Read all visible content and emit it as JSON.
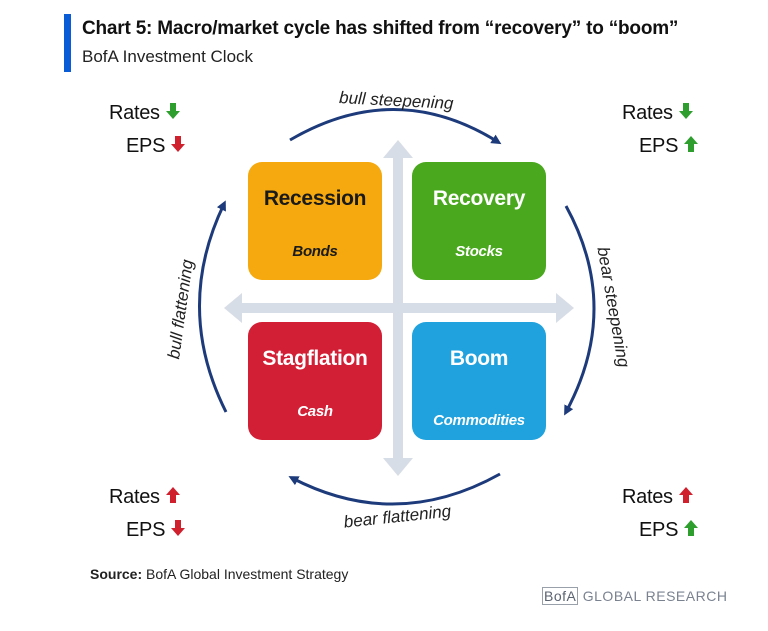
{
  "title": "Chart 5: Macro/market cycle has shifted from “recovery” to “boom”",
  "subtitle": "BofA Investment Clock",
  "quadrants": [
    {
      "name": "Recession",
      "asset": "Bonds",
      "color": "#f5a90f"
    },
    {
      "name": "Recovery",
      "asset": "Stocks",
      "color": "#4aa81e"
    },
    {
      "name": "Stagflation",
      "asset": "Cash",
      "color": "#d21f35"
    },
    {
      "name": "Boom",
      "asset": "Commodities",
      "color": "#1fa2de"
    }
  ],
  "cycle_labels": {
    "top": "bull steepening",
    "right": "bear steepening",
    "bottom": "bear flattening",
    "left": "bull flattening"
  },
  "indicators": {
    "top_left": {
      "rates": "Rates",
      "rates_dir": "down",
      "eps": "EPS",
      "eps_dir": "down"
    },
    "top_right": {
      "rates": "Rates",
      "rates_dir": "down",
      "eps": "EPS",
      "eps_dir": "up"
    },
    "bottom_left": {
      "rates": "Rates",
      "rates_dir": "up",
      "eps": "EPS",
      "eps_dir": "down"
    },
    "bottom_right": {
      "rates": "Rates",
      "rates_dir": "up",
      "eps": "EPS",
      "eps_dir": "up"
    }
  },
  "colors": {
    "up_arrow": "#2e9e2e",
    "down_arrow": "#d0202e",
    "rates_down_arrow": "#2e9e2e",
    "cycle_arrow": "#1d3a7a",
    "axis_arrow": "#d7dde6",
    "accent": "#0a5bd6"
  },
  "source_label": "Source:",
  "source_text": "BofA Global Investment Strategy",
  "brand_logo": "BofA",
  "brand_text": "GLOBAL RESEARCH"
}
